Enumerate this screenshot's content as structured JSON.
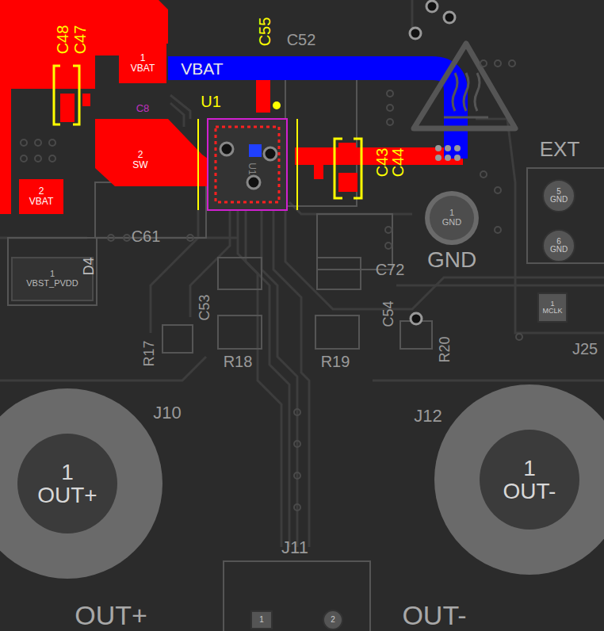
{
  "diagram": {
    "nodes": [
      {
        "text": [
          "1",
          "VBAT"
        ]
      },
      {
        "text": [
          "2",
          "SW"
        ]
      },
      {
        "text": [
          "2",
          "VBAT"
        ]
      },
      {
        "text": [
          "1",
          "VBST_PVDD"
        ]
      },
      {
        "text": [
          "1",
          "GND"
        ]
      },
      {
        "text": [
          "1",
          "OUT+"
        ]
      },
      {
        "text": [
          "1",
          "OUT-"
        ]
      },
      {
        "text": [
          "5",
          "GND"
        ]
      },
      {
        "text": [
          "6",
          "GND"
        ]
      },
      {
        "text": [
          "1",
          "MCLK"
        ]
      },
      {
        "text": [
          "1"
        ]
      },
      {
        "text": [
          "2"
        ]
      }
    ],
    "labels": [
      "C48",
      "C47",
      "C55",
      "C52",
      "VBAT",
      "U1",
      "C43",
      "C44",
      "EXT",
      "GND",
      "C61",
      "D4",
      "C53",
      "C72",
      "C54",
      "R17",
      "R18",
      "R19",
      "R20",
      "J10",
      "J12",
      "J11",
      "OUT+",
      "OUT-",
      "J25",
      "C8",
      "U1"
    ]
  }
}
